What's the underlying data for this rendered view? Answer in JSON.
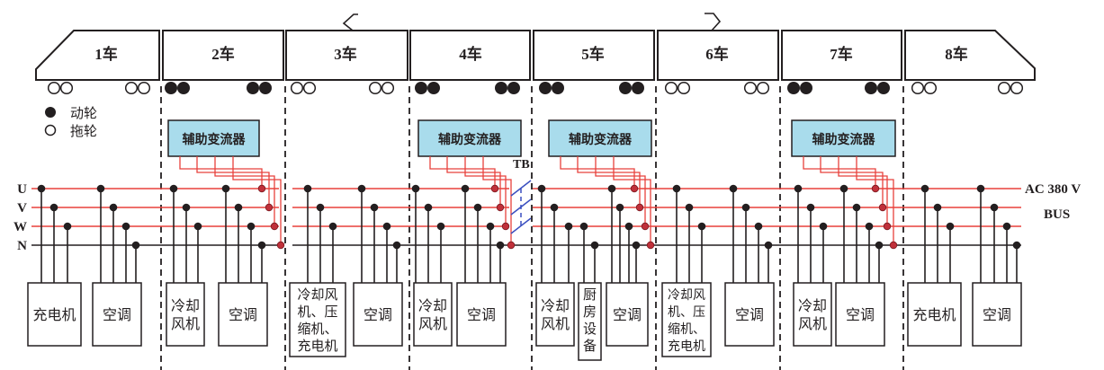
{
  "title": "8-car EMU auxiliary power supply AC 380 V bus",
  "cars": [
    {
      "id": 1,
      "label": "1车",
      "type": "head-left",
      "wheels": "trailer",
      "converter": false,
      "loads": [
        "充电机",
        "空调"
      ]
    },
    {
      "id": 2,
      "label": "2车",
      "type": "middle",
      "wheels": "motor",
      "converter": true,
      "loads": [
        "冷却风机",
        "空调"
      ]
    },
    {
      "id": 3,
      "label": "3车",
      "type": "middle",
      "wheels": "trailer",
      "converter": false,
      "pantograph": true,
      "loads": [
        "冷却风机、压缩机、充电机",
        "空调"
      ]
    },
    {
      "id": 4,
      "label": "4车",
      "type": "middle",
      "wheels": "motor",
      "converter": true,
      "loads": [
        "冷却风机",
        "空调"
      ]
    },
    {
      "id": 5,
      "label": "5车",
      "type": "middle",
      "wheels": "motor",
      "converter": true,
      "loads": [
        "冷却风机",
        "厨房设备",
        "空调"
      ]
    },
    {
      "id": 6,
      "label": "6车",
      "type": "middle",
      "wheels": "trailer",
      "converter": false,
      "pantograph": true,
      "loads": [
        "冷却风机、压缩机、充电机",
        "空调"
      ]
    },
    {
      "id": 7,
      "label": "7车",
      "type": "middle",
      "wheels": "motor",
      "converter": true,
      "loads": [
        "冷却风机",
        "空调"
      ]
    },
    {
      "id": 8,
      "label": "8车",
      "type": "head-right",
      "wheels": "trailer",
      "converter": false,
      "loads": [
        "充电机",
        "空调"
      ]
    }
  ],
  "legend": {
    "motor_wheel": "动轮",
    "trailer_wheel": "拖轮"
  },
  "converter_label": "辅助变流器",
  "bus": {
    "phases": [
      "U",
      "V",
      "W",
      "N"
    ],
    "voltage_label": "AC 380 V",
    "bus_label": "BUS",
    "tie_breaker_label": "TB"
  },
  "loads": {
    "c1_a": "充电机",
    "c1_b": "空调",
    "c2_a": [
      "冷却",
      "风机"
    ],
    "c2_b": "空调",
    "c3_a": [
      "冷却风",
      "机、压",
      "缩机、",
      "充电机"
    ],
    "c3_b": "空调",
    "c4_a": [
      "冷却",
      "风机"
    ],
    "c4_b": "空调",
    "c5_a": [
      "冷却",
      "风机"
    ],
    "c5_k": [
      "厨",
      "房",
      "设",
      "备"
    ],
    "c5_b": "空调",
    "c6_a": [
      "冷却风",
      "机、压",
      "缩机、",
      "充电机"
    ],
    "c6_b": "空调",
    "c7_a": [
      "冷却",
      "风机"
    ],
    "c7_b": "空调",
    "c8_a": "充电机",
    "c8_b": "空调"
  },
  "colors": {
    "line": "#231f20",
    "bus_phase": "#e8413c",
    "converter_fill": "#a9dcec",
    "tie_breaker": "#3a4fc0",
    "background": "#ffffff"
  }
}
